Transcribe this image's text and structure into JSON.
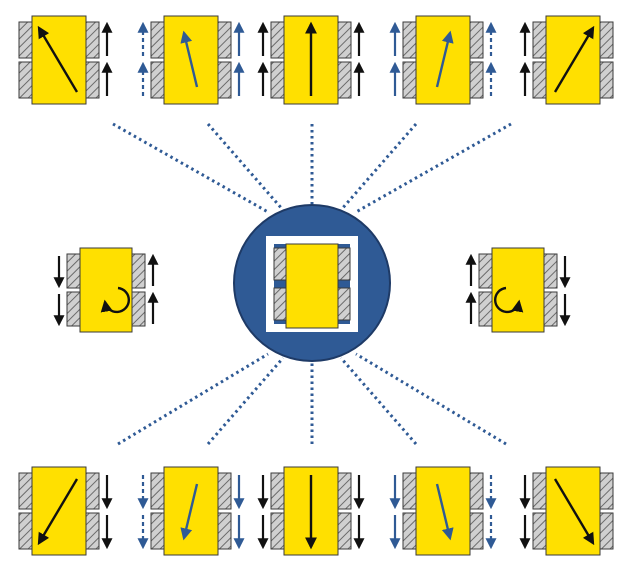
{
  "colors": {
    "body_fill": "#FFE000",
    "body_stroke": "#3A3A3A",
    "wheel_fill": "#D0D0D0",
    "wheel_hatch": "#6A6A6A",
    "hub_fill": "#2F5A95",
    "hub_stroke": "#1E3A66",
    "spoke": "#2F5A95",
    "arrow_black": "#111111",
    "arrow_blue": "#2F5A95",
    "background": "#FFFFFF"
  },
  "hub": {
    "name": "hub-circle",
    "icon": "mecanum-platform-icon"
  },
  "motions": [
    {
      "name": "diagonal-forward-left",
      "heading": "up-left",
      "arrow_color": "black",
      "wheel_arrows": {
        "left_front": "none",
        "left_rear": "none",
        "right_front": "up",
        "right_rear": "up"
      },
      "dashed": {
        "left": false,
        "right": false
      }
    },
    {
      "name": "forward-slight-left",
      "heading": "up-slight-left",
      "arrow_color": "blue",
      "wheel_arrows": {
        "left_front": "up",
        "left_rear": "up",
        "right_front": "up",
        "right_rear": "up"
      },
      "dashed": {
        "left": true,
        "right": false
      }
    },
    {
      "name": "forward",
      "heading": "up",
      "arrow_color": "black",
      "wheel_arrows": {
        "left_front": "up",
        "left_rear": "up",
        "right_front": "up",
        "right_rear": "up"
      },
      "dashed": {
        "left": false,
        "right": false
      }
    },
    {
      "name": "forward-slight-right",
      "heading": "up-slight-right",
      "arrow_color": "blue",
      "wheel_arrows": {
        "left_front": "up",
        "left_rear": "up",
        "right_front": "up",
        "right_rear": "up"
      },
      "dashed": {
        "left": false,
        "right": true
      }
    },
    {
      "name": "diagonal-forward-right",
      "heading": "up-right",
      "arrow_color": "black",
      "wheel_arrows": {
        "left_front": "up",
        "left_rear": "up",
        "right_front": "none",
        "right_rear": "none"
      },
      "dashed": {
        "left": false,
        "right": false
      }
    },
    {
      "name": "rotate-counterclockwise",
      "heading": "ccw",
      "arrow_color": "black",
      "wheel_arrows": {
        "left_front": "down",
        "left_rear": "down",
        "right_front": "up",
        "right_rear": "up"
      },
      "dashed": {
        "left": false,
        "right": false
      }
    },
    {
      "name": "rotate-clockwise",
      "heading": "cw",
      "arrow_color": "black",
      "wheel_arrows": {
        "left_front": "up",
        "left_rear": "up",
        "right_front": "down",
        "right_rear": "down"
      },
      "dashed": {
        "left": false,
        "right": false
      }
    },
    {
      "name": "diagonal-backward-left",
      "heading": "down-left",
      "arrow_color": "black",
      "wheel_arrows": {
        "left_front": "none",
        "left_rear": "none",
        "right_front": "down",
        "right_rear": "down"
      },
      "dashed": {
        "left": false,
        "right": false
      }
    },
    {
      "name": "backward-slight-left",
      "heading": "down-slight-left",
      "arrow_color": "blue",
      "wheel_arrows": {
        "left_front": "down",
        "left_rear": "down",
        "right_front": "down",
        "right_rear": "down"
      },
      "dashed": {
        "left": true,
        "right": false
      }
    },
    {
      "name": "backward",
      "heading": "down",
      "arrow_color": "black",
      "wheel_arrows": {
        "left_front": "down",
        "left_rear": "down",
        "right_front": "down",
        "right_rear": "down"
      },
      "dashed": {
        "left": false,
        "right": false
      }
    },
    {
      "name": "backward-slight-right",
      "heading": "down-slight-right",
      "arrow_color": "blue",
      "wheel_arrows": {
        "left_front": "down",
        "left_rear": "down",
        "right_front": "down",
        "right_rear": "down"
      },
      "dashed": {
        "left": false,
        "right": true
      }
    },
    {
      "name": "diagonal-backward-right",
      "heading": "down-right",
      "arrow_color": "black",
      "wheel_arrows": {
        "left_front": "down",
        "left_rear": "down",
        "right_front": "none",
        "right_rear": "none"
      },
      "dashed": {
        "left": false,
        "right": false
      }
    }
  ]
}
